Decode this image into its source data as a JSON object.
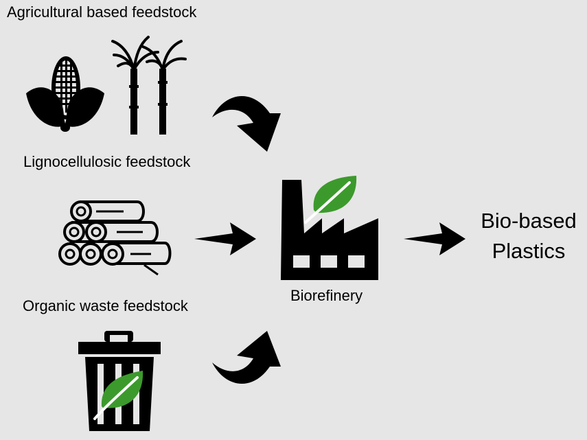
{
  "labels": {
    "agricultural": "Agricultural based feedstock",
    "lignocellulosic": "Lignocellulosic feedstock",
    "organic_waste": "Organic waste feedstock",
    "biorefinery": "Biorefinery",
    "product_line1": "Bio-based",
    "product_line2": "Plastics"
  },
  "icons": {
    "corn": "corn-icon",
    "sugarcane": "sugarcane-icon",
    "logs": "wood-logs-icon",
    "waste_bin": "trash-bin-leaf-icon",
    "factory": "factory-leaf-icon",
    "arrows": [
      "curved-arrow-down-icon",
      "arrow-right-icon",
      "arrow-right-icon",
      "curved-arrow-up-icon"
    ]
  },
  "colors": {
    "background": "#e6e6e6",
    "icon": "#000000",
    "leaf": "#3c9a2c"
  }
}
